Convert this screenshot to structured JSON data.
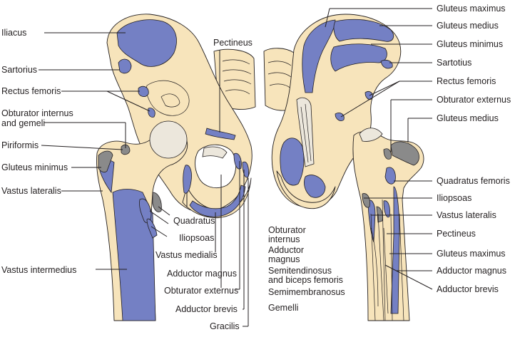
{
  "labels_left": [
    "Iliacus",
    "Sartorius",
    "Rectus femoris",
    "Obturator internus",
    "and gemeli",
    "Piriformis",
    "Gluteus minimus",
    "Vastus lateralis",
    "Vastus intermedius"
  ],
  "labels_center": [
    "Pectineus",
    "Quadratus",
    "Iliopsoas",
    "Vastus medialis",
    "Adductor magnus",
    "Obturator externus",
    "Adductor brevis",
    "Gracilis"
  ],
  "legend_list": [
    "Obturator",
    "internus",
    "Adductor",
    "magnus",
    "Semitendinosus",
    "and biceps femoris",
    "Semimembranosus",
    "Gemelli"
  ],
  "labels_right": [
    "Gluteus maximus",
    "Gluteus medius",
    "Gluteus minimus",
    "Sartotius",
    "Rectus femoris",
    "Obturator externus",
    "Gluteus medius",
    "Quadratus femoris",
    "Iliopsoas",
    "Vastus lateralis",
    "Pectineus",
    "Gluteus maximus",
    "Adductor magnus",
    "Adductor brevis"
  ],
  "colors": {
    "bone": "#f7e4bb",
    "origin_muscle": "#7480c4",
    "insertion_muscle": "#8a8a8a",
    "outline": "#231f20"
  }
}
